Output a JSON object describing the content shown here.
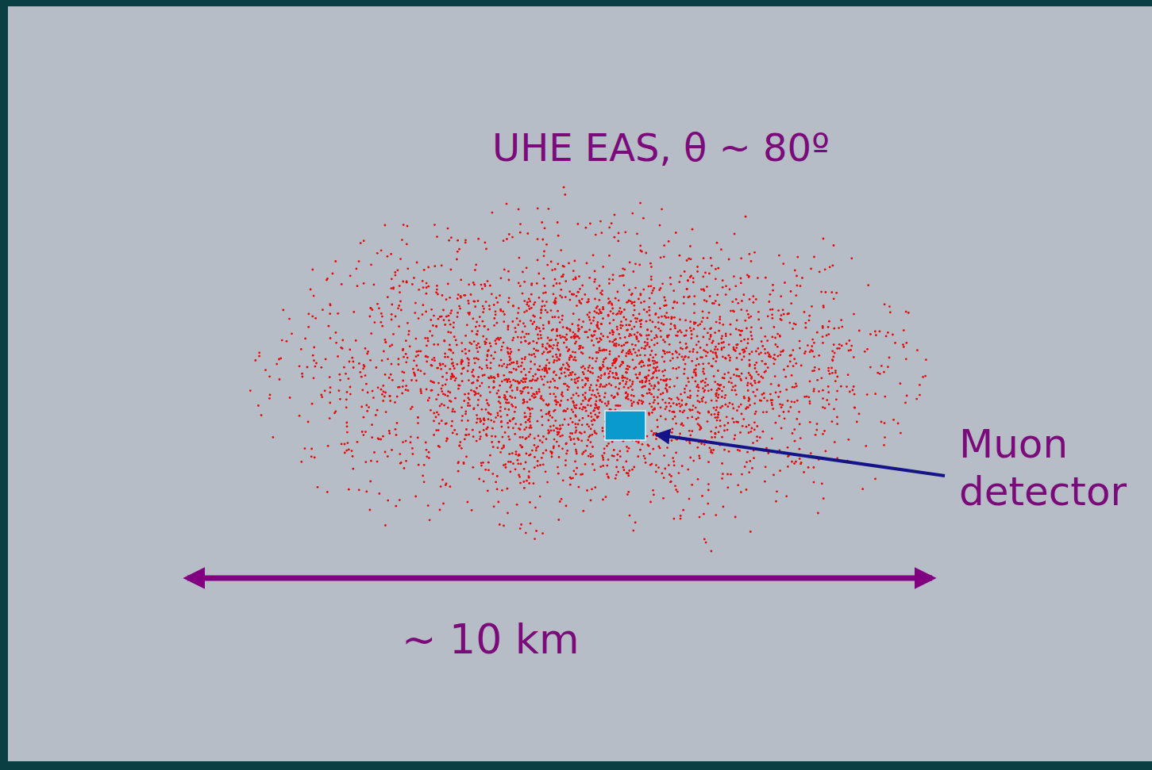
{
  "diagram": {
    "labels": [
      "UHE EAS, θ ~ 80º",
      "Muon detector",
      "~ 10 km"
    ]
  }
}
